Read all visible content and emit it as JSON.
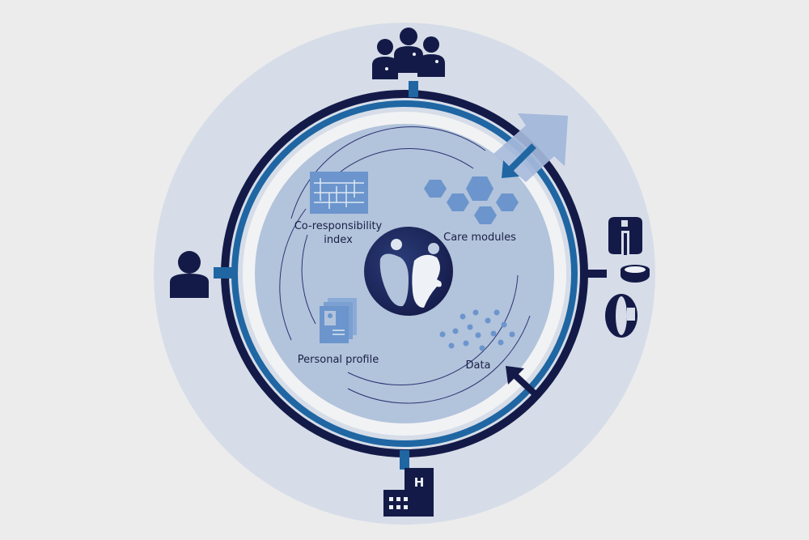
{
  "labels": {
    "co_responsibility_line1": "Co-responsibility",
    "co_responsibility_line2": "index",
    "care_modules": "Care modules",
    "personal_profile": "Personal profile",
    "data": "Data"
  },
  "colors": {
    "background": "#ececec",
    "outer_disc": "#d6dde8",
    "dark_navy": "#141a48",
    "mid_blue": "#1f66a3",
    "inner_disc": "#b2c3dc",
    "icon_blue": "#6b95cc",
    "arrow_light": "#9fb5d6"
  },
  "icons": [
    "family-icon",
    "person-icon",
    "hospital-icon",
    "wearable-devices-icon",
    "logo-icon",
    "chart-icon",
    "hexagons-icon",
    "profile-cards-icon",
    "data-dots-icon"
  ]
}
